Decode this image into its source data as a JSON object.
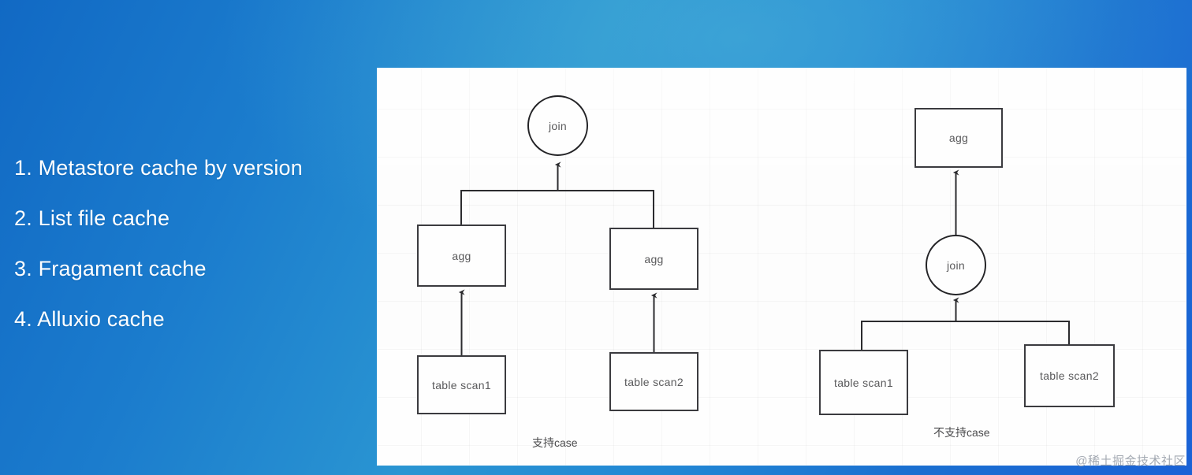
{
  "slide": {
    "background_gradient": {
      "from": "#1169c4",
      "mid": "#2a95d2",
      "to": "#1a62d6"
    },
    "watermark": "@稀土掘金技术社区"
  },
  "bullets": [
    {
      "text": "1. Metastore cache by version"
    },
    {
      "text": "2. List file cache"
    },
    {
      "text": "3. Fragament cache"
    },
    {
      "text": "4. Alluxio cache"
    }
  ],
  "diagram": {
    "panel_background": "#fdfdfd",
    "node_border_color": "#3b3b3f",
    "node_text_color": "#59595b",
    "left_tree": {
      "caption": "支持case",
      "nodes": {
        "join": "join",
        "agg_left": "agg",
        "agg_right": "agg",
        "scan_left": "table scan1",
        "scan_right": "table scan2"
      }
    },
    "right_tree": {
      "caption": "不支持case",
      "nodes": {
        "agg": "agg",
        "join": "join",
        "scan_left": "table scan1",
        "scan_right": "table scan2"
      }
    }
  }
}
